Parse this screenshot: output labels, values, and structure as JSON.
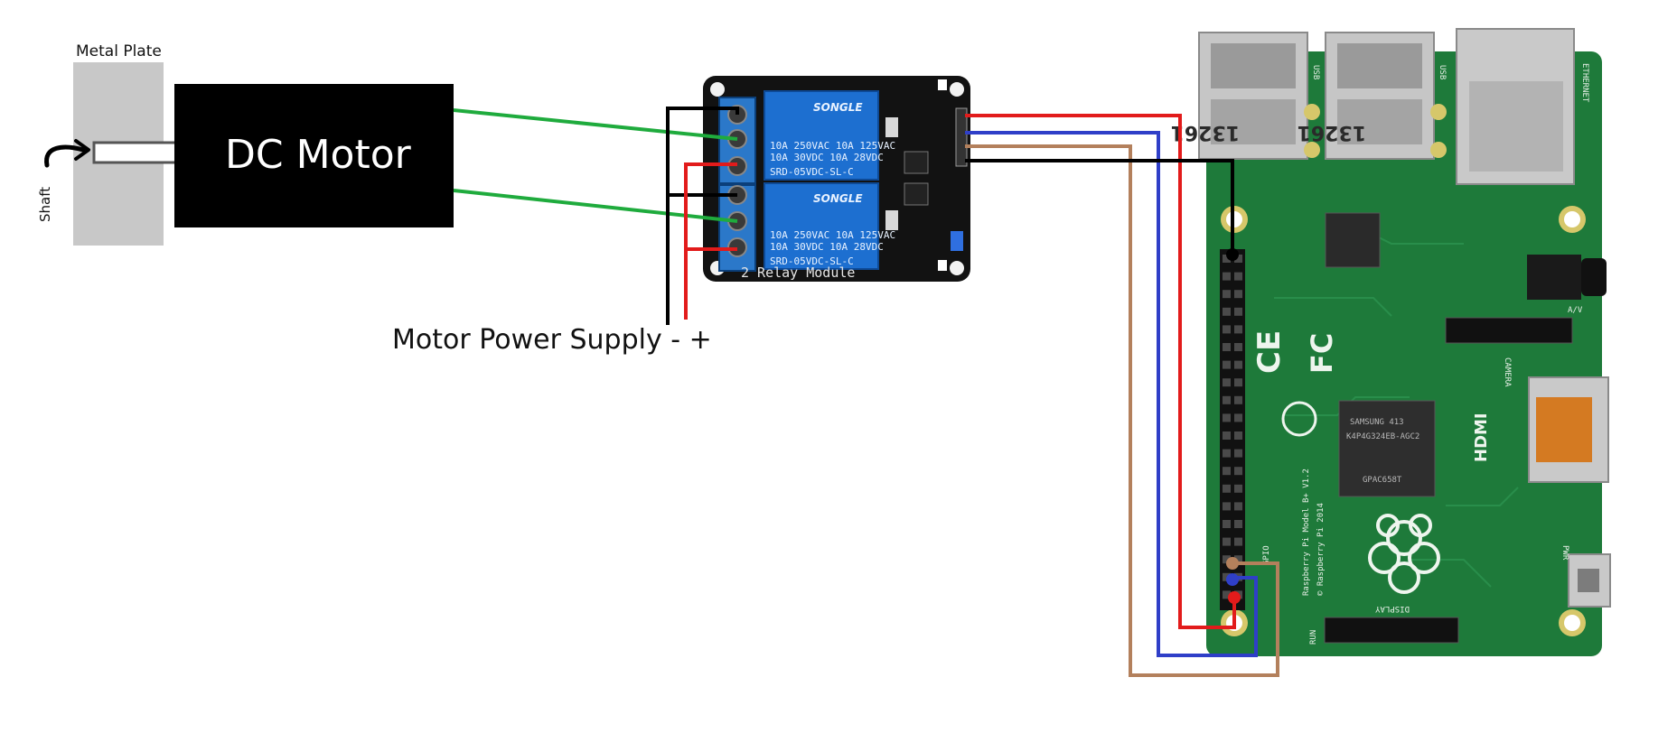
{
  "labels": {
    "metal_plate": "Metal Plate",
    "shaft": "Shaft",
    "dc_motor": "DC Motor",
    "motor_power_supply": "Motor Power Supply - +"
  },
  "relay_module": {
    "title": "2 Relay Module",
    "relay_brand": "SONGLE",
    "relay_ratings_1": "10A 250VAC  10A 125VAC",
    "relay_ratings_2": "10A  30VDC  10A  28VDC",
    "relay_model": "SRD-05VDC-SL-C"
  },
  "raspberry_pi": {
    "usb_label": "USB",
    "usb_code": "13261",
    "ethernet_label": "ETHERNET",
    "av_label": "A/V",
    "camera_label": "CAMERA",
    "hdmi_label": "HDMI",
    "gpio_label": "GPIO",
    "display_label": "DISPLAY",
    "run_label": "RUN",
    "pwr_label": "PWR",
    "model_text": "Raspberry Pi Model B+ V1.2",
    "copyright_text": "© Raspberry Pi 2014",
    "chip_text_1": "SAMSUNG   413",
    "chip_text_2": "K4P4G324EB-AGC2",
    "chip_text_3": "GPAC658T"
  },
  "colors": {
    "wire_green": "#1fab3d",
    "wire_black": "#000000",
    "wire_red": "#e21b1b",
    "wire_blue": "#2f3fc8",
    "wire_brown": "#b3805c",
    "pcb_green": "#1e7a3a",
    "relay_blue": "#1d6fd0",
    "metal_plate": "#c8c8c8"
  }
}
